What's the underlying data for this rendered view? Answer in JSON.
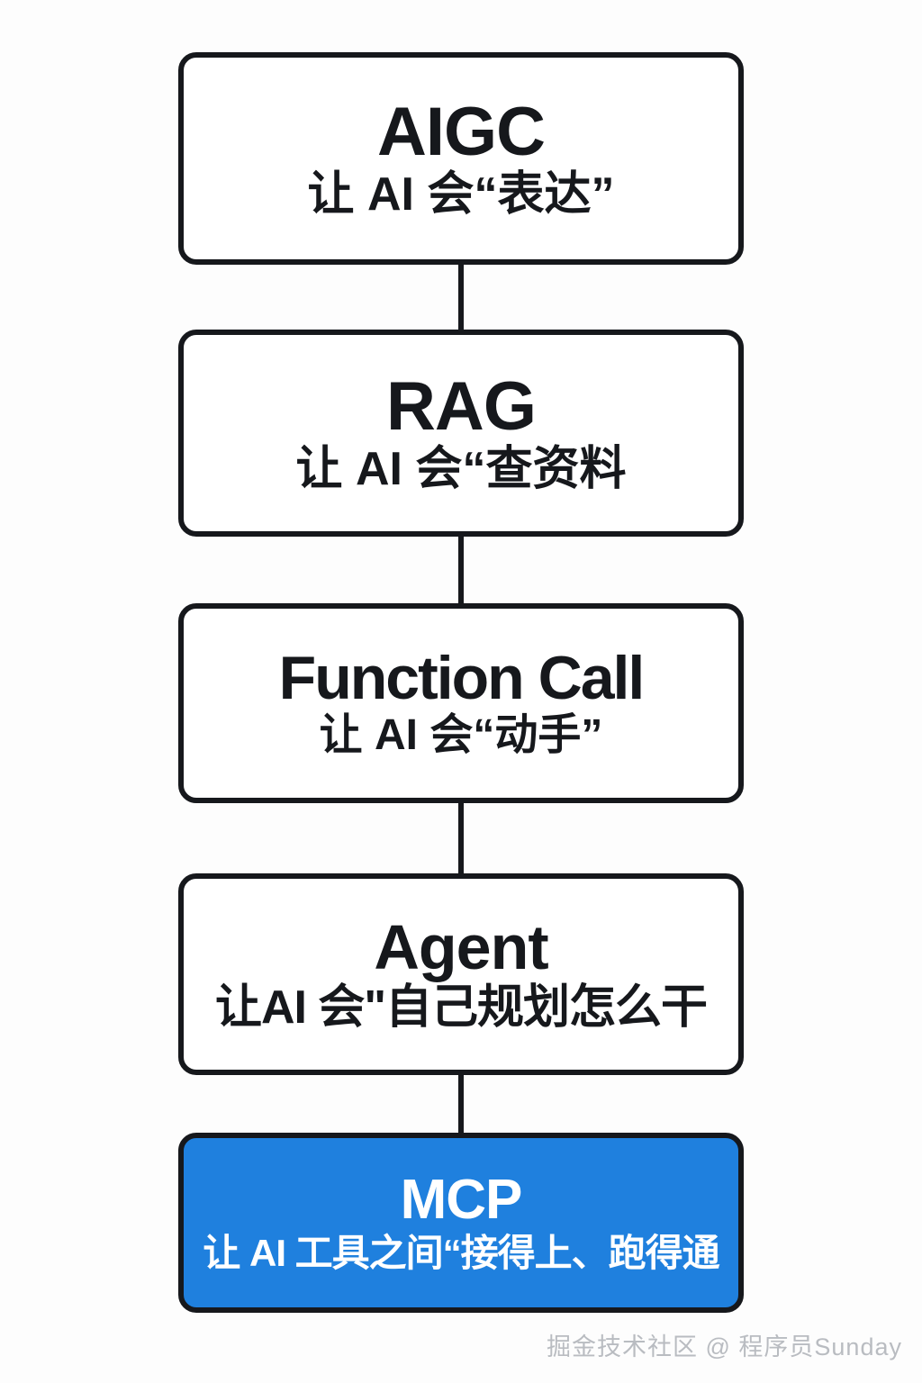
{
  "diagram": {
    "type": "vertical-flow",
    "title": "AI capability evolution ladder",
    "background_color": "#fdfdfd",
    "connector_color": "#16181c",
    "nodes": [
      {
        "id": "aigc",
        "title": "AIGC",
        "subtitle": "让 AI 会“表达”",
        "fill": "#ffffff",
        "border": "#16181c",
        "text_color": "#16181c",
        "highlighted": false
      },
      {
        "id": "rag",
        "title": "RAG",
        "subtitle": "让 AI 会“查资料",
        "fill": "#ffffff",
        "border": "#16181c",
        "text_color": "#16181c",
        "highlighted": false
      },
      {
        "id": "function-call",
        "title": "Function Call",
        "subtitle": "让 AI 会“动手”",
        "fill": "#ffffff",
        "border": "#16181c",
        "text_color": "#16181c",
        "highlighted": false
      },
      {
        "id": "agent",
        "title": "Agent",
        "subtitle": "让AI 会\"自己规划怎么干",
        "fill": "#ffffff",
        "border": "#16181c",
        "text_color": "#16181c",
        "highlighted": false
      },
      {
        "id": "mcp",
        "title": "MCP",
        "subtitle": "让 AI 工具之间“接得上、跑得通",
        "fill": "#1f80de",
        "border": "#16181c",
        "text_color": "#ffffff",
        "highlighted": true
      }
    ],
    "connector_count": 4
  },
  "watermark": {
    "text": "掘金技术社区 @ 程序员Sunday",
    "color": "#b9bcc1"
  }
}
